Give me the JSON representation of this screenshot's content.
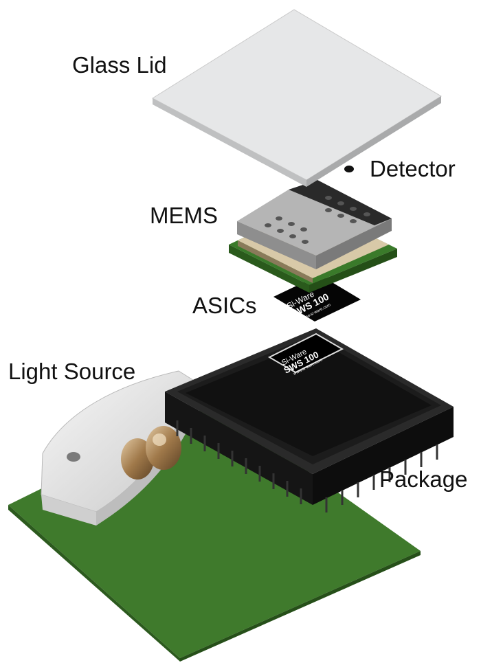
{
  "labels": {
    "glass_lid": "Glass Lid",
    "detector": "Detector",
    "mems": "MEMS",
    "asics": "ASICs",
    "light_source": "Light Source",
    "package": "Package"
  },
  "chip_marking": {
    "line1": "Si-Ware",
    "line2": "SWS 100",
    "line3": "www.si-ware.com"
  },
  "colors": {
    "glass": "#e6e7e8",
    "pcb_green": "#3f7a2c",
    "package_black": "#1c1c1c",
    "mems_grey": "#b5b5b5",
    "light_source_white": "#e9e9e9",
    "lens_bronze": "#a0794a"
  }
}
